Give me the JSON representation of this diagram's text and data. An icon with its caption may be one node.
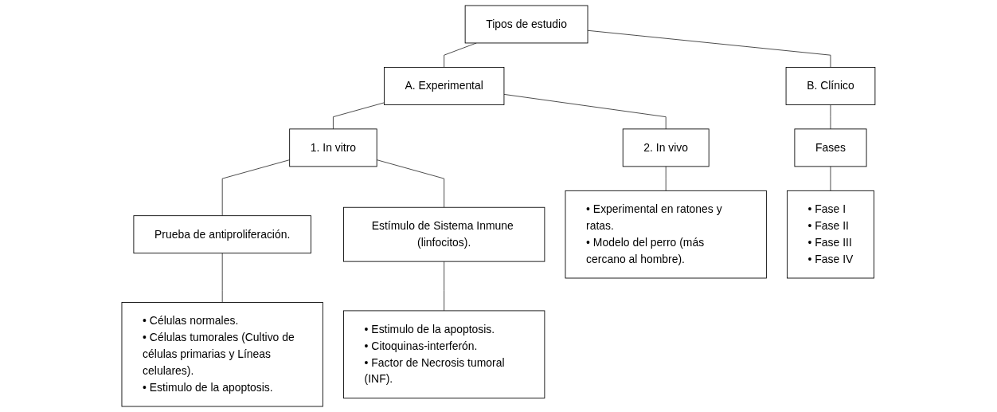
{
  "diagram": {
    "nodes": [
      {
        "text": [
          "Tipos de estudio"
        ]
      },
      {
        "text": [
          "A. Experimental"
        ]
      },
      {
        "text": [
          "B. Clínico"
        ]
      },
      {
        "text": [
          "1. In vitro"
        ]
      },
      {
        "text": [
          "2. In vivo"
        ]
      },
      {
        "text": [
          "Fases"
        ]
      },
      {
        "text": [
          "Prueba de antiproliferación."
        ]
      },
      {
        "text": [
          "Estímulo de Sistema Inmune (linfocitos)."
        ]
      },
      {
        "text": [
          "• Experimental en ratones y ratas.",
          "• Modelo del perro (más cercano al hombre)."
        ]
      },
      {
        "text": [
          "• Fase I",
          "• Fase II",
          "• Fase III",
          "• Fase IV"
        ]
      },
      {
        "text": [
          "• Células normales.",
          "• Células tumorales (Cultivo de células primarias y Líneas celulares).",
          "• Estimulo de la apoptosis."
        ]
      },
      {
        "text": [
          "• Estimulo de la apoptosis.",
          "• Citoquinas-interferón.",
          "• Factor de Necrosis tumoral (INF)."
        ]
      }
    ],
    "edges": [
      {
        "from": 0,
        "to": 1,
        "arrow": "none"
      },
      {
        "from": 0,
        "to": 2,
        "arrow": "none"
      },
      {
        "from": 1,
        "to": 3,
        "arrow": "none"
      },
      {
        "from": 1,
        "to": 4,
        "arrow": "none"
      },
      {
        "from": 2,
        "to": 5,
        "arrow": "none"
      },
      {
        "from": 3,
        "to": 6,
        "arrow": "none"
      },
      {
        "from": 3,
        "to": 7,
        "arrow": "none"
      },
      {
        "from": 4,
        "to": 8,
        "arrow": "none"
      },
      {
        "from": 5,
        "to": 9,
        "arrow": "none"
      },
      {
        "from": 6,
        "to": 10,
        "arrow": "none"
      },
      {
        "from": 7,
        "to": 11,
        "arrow": "none"
      }
    ]
  }
}
